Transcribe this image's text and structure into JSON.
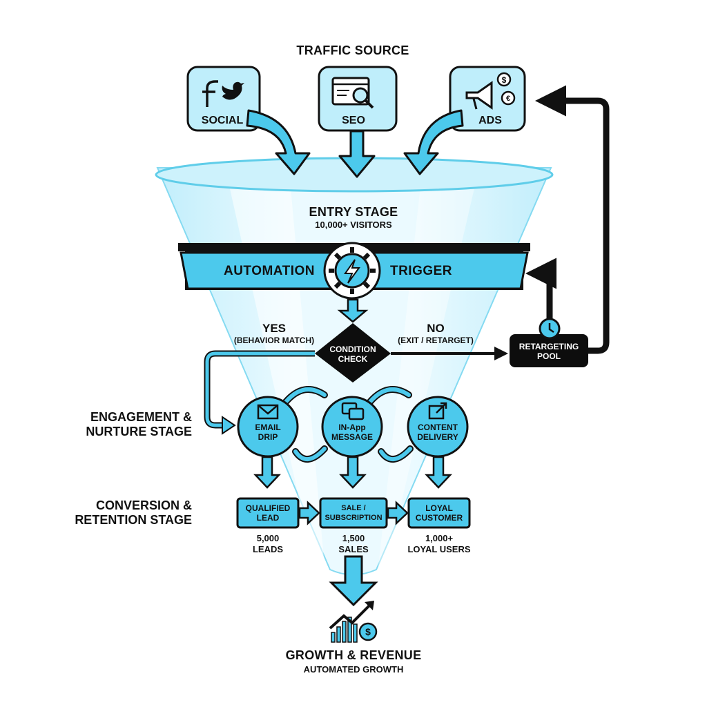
{
  "header": {
    "title": "TRAFFIC SOURCE"
  },
  "sources": [
    {
      "id": "social",
      "label": "SOCIAL",
      "icons": [
        "facebook-icon",
        "twitter-icon"
      ]
    },
    {
      "id": "seo",
      "label": "SEO",
      "icons": [
        "browser-search-icon"
      ]
    },
    {
      "id": "ads",
      "label": "ADS",
      "icons": [
        "megaphone-icon",
        "dollar-coin-icon",
        "euro-coin-icon"
      ]
    }
  ],
  "entry": {
    "title": "ENTRY STAGE",
    "subtitle": "10,000+ VISITORS"
  },
  "automation": {
    "left": "AUTOMATION",
    "right": "TRIGGER",
    "icon": "gear-lightning-icon"
  },
  "decision": {
    "label_line1": "CONDITION",
    "label_line2": "CHECK",
    "yes": "YES",
    "yes_sub": "(BEHAVIOR MATCH)",
    "no": "NO",
    "no_sub": "(EXIT / RETARGET)"
  },
  "retargeting": {
    "line1": "RETARGETING",
    "line2": "POOL",
    "icon": "clock-icon"
  },
  "stages": {
    "engagement_line1": "ENGAGEMENT &",
    "engagement_line2": "NURTURE STAGE",
    "conversion_line1": "CONVERSION &",
    "conversion_line2": "RETENTION STAGE"
  },
  "nurture_nodes": [
    {
      "line1": "EMAIL",
      "line2": "DRIP",
      "icon": "envelope-icon"
    },
    {
      "line1": "IN-App",
      "line2": "MESSAGE",
      "icon": "chat-bubbles-icon"
    },
    {
      "line1": "CONTENT",
      "line2": "DELIVERY",
      "icon": "external-share-icon"
    }
  ],
  "outcomes": [
    {
      "line1": "QUALIFIED",
      "line2": "LEAD",
      "metric1": "5,000",
      "metric2": "LEADS"
    },
    {
      "line1": "SALE /",
      "line2": "SUBSCRIPTION",
      "metric1": "1,500",
      "metric2": "SALES"
    },
    {
      "line1": "LOYAL",
      "line2": "CUSTOMER",
      "metric1": "1,000+",
      "metric2": "LOYAL USERS"
    }
  ],
  "growth": {
    "title": "GROWTH & REVENUE",
    "subtitle": "AUTOMATED GROWTH",
    "icon": "growth-chart-dollar-icon"
  },
  "colors": {
    "accent": "#4cc9ec",
    "accent_light": "#bdeefa",
    "funnel_fill": "#e3f7fd",
    "ink": "#111111",
    "dark": "#0d0d0d"
  }
}
